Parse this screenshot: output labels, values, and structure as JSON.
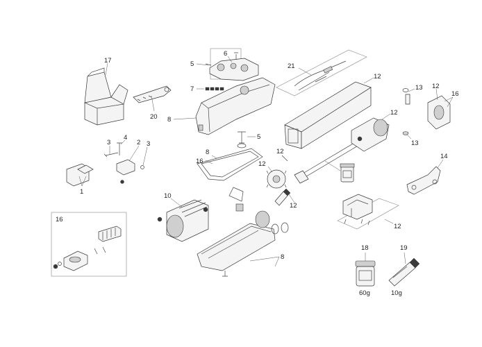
{
  "diagram": {
    "callouts": {
      "c1": "1",
      "c2": "2",
      "c3a": "3",
      "c3b": "3",
      "c4": "4",
      "c5a": "5",
      "c5b": "5",
      "c6": "6",
      "c7": "7",
      "c8a": "8",
      "c8b": "8",
      "c8c": "8",
      "c10": "10",
      "c12a": "12",
      "c12b": "12",
      "c12c": "12",
      "c12d": "12",
      "c12e": "12",
      "c12f": "12",
      "c13a": "13",
      "c13b": "13",
      "c14": "14",
      "c16a": "16",
      "c16b": "16",
      "c16c": "16",
      "c17": "17",
      "c18": "18",
      "c19": "19",
      "c20": "20",
      "c21": "21"
    },
    "labels": {
      "grease_weight": "60g",
      "tube_weight": "10g"
    }
  }
}
